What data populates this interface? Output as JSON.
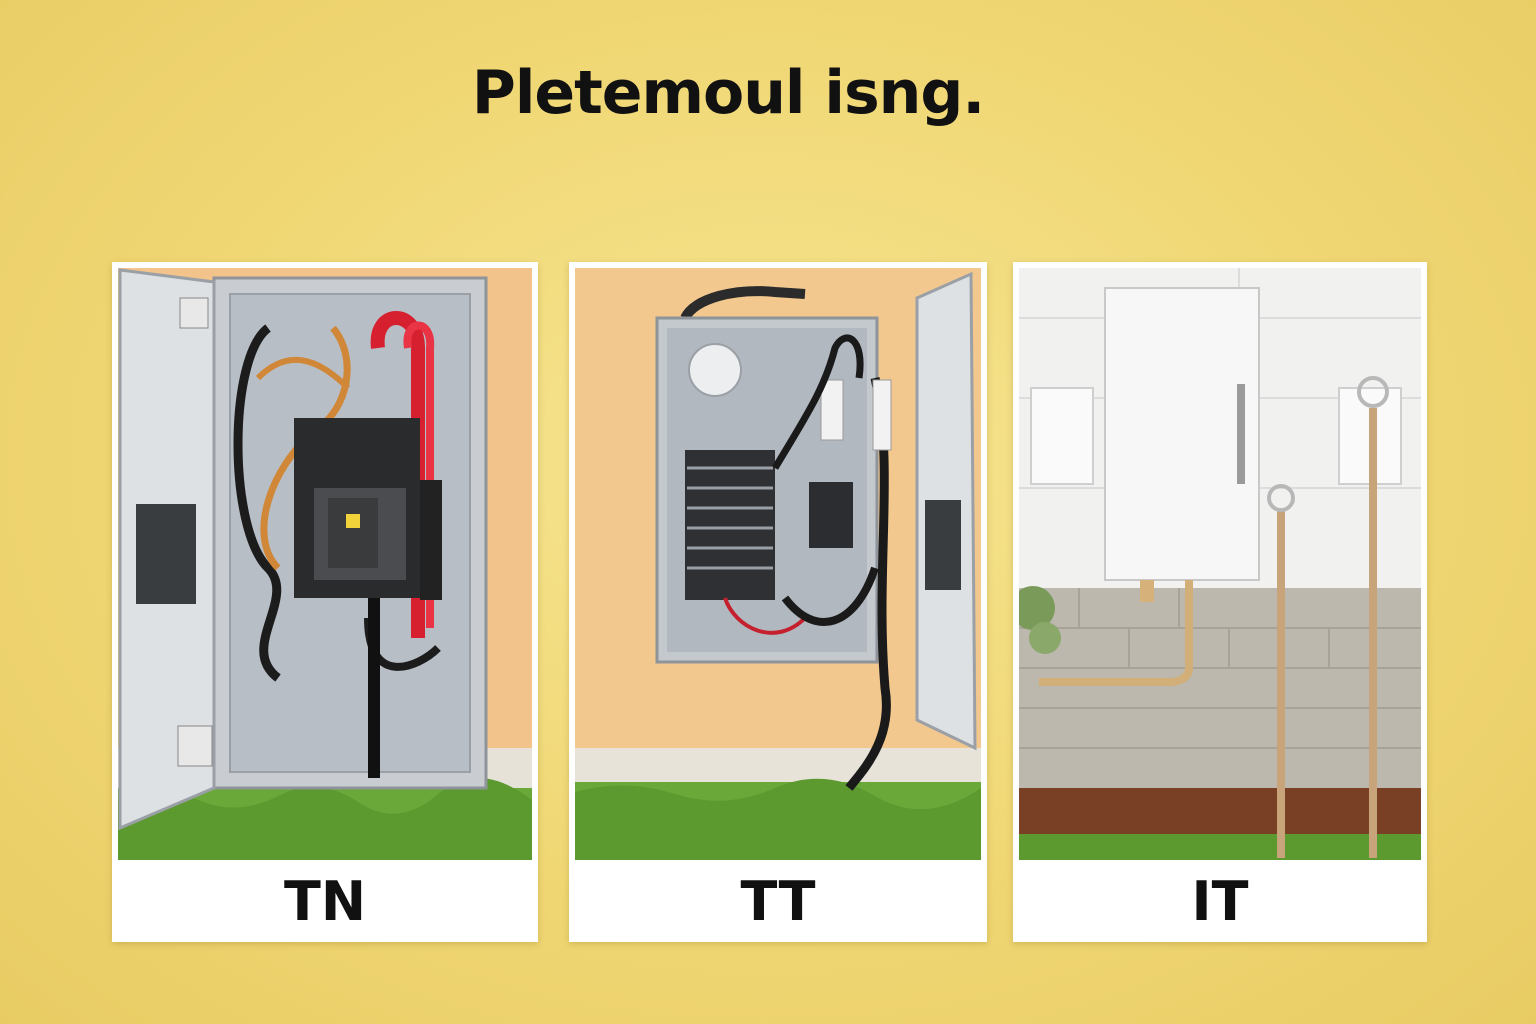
{
  "title": "Pletemoul isng.",
  "panels": [
    {
      "label": "TN",
      "illustration": "open-distribution-panel-icon"
    },
    {
      "label": "TT",
      "illustration": "wall-mounted-panel-icon"
    },
    {
      "label": "IT",
      "illustration": "earth-rods-panel-icon"
    }
  ],
  "colors": {
    "background": "#f0d774",
    "text": "#111111",
    "card": "#ffffff"
  }
}
